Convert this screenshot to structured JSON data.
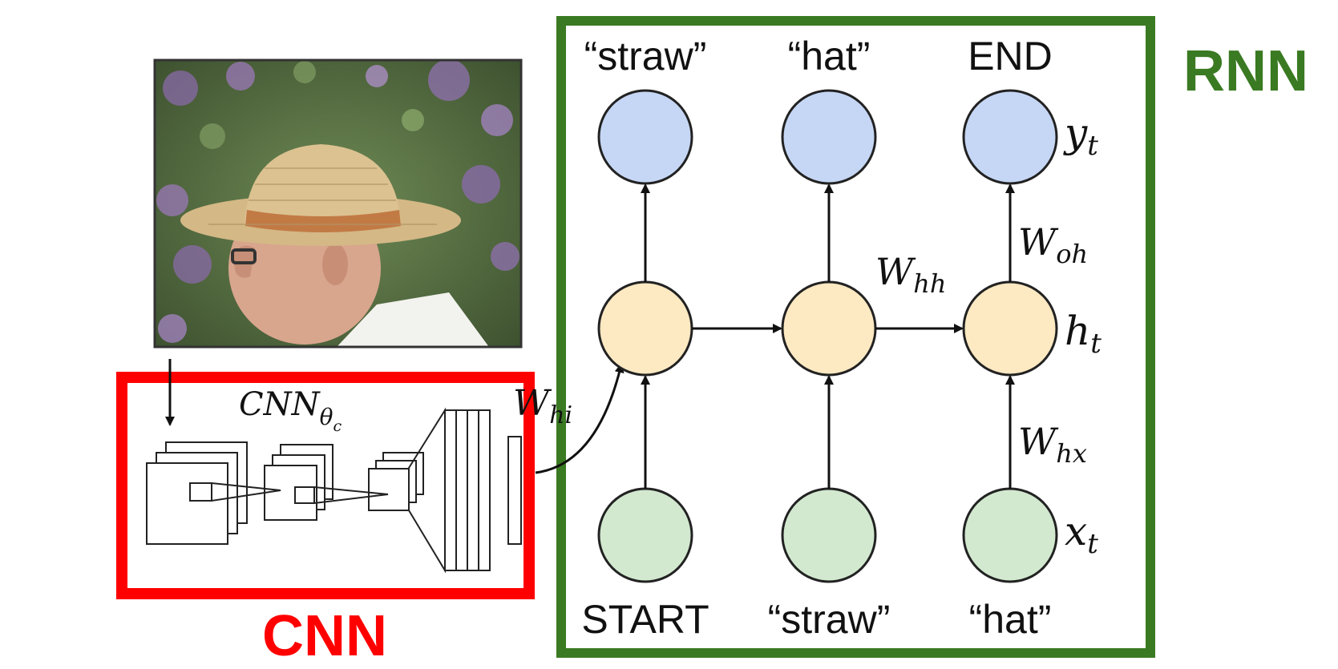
{
  "colors": {
    "rnn_box": "#3a7a22",
    "cnn_box": "#ff0000",
    "output_node": "#c6d7f5",
    "hidden_node": "#fde9c2",
    "input_node": "#d2e9cf",
    "stroke": "#222222"
  },
  "labels": {
    "rnn_tag": "RNN",
    "cnn_tag": "CNN",
    "cnn_symbol": {
      "base": "CNN",
      "sub": "θ",
      "subsub": "c"
    },
    "whi": {
      "base": "W",
      "sub": "hi"
    }
  },
  "outputs": [
    "“straw”",
    "“hat”",
    "END"
  ],
  "inputs": [
    "START",
    "“straw”",
    "“hat”"
  ],
  "side_labels": {
    "y": {
      "base": "y",
      "sub": "t"
    },
    "h": {
      "base": "h",
      "sub": "t"
    },
    "x": {
      "base": "x",
      "sub": "t"
    }
  },
  "weights": {
    "w_hh": {
      "base": "W",
      "sub": "hh"
    },
    "w_oh": {
      "base": "W",
      "sub": "oh"
    },
    "w_hx": {
      "base": "W",
      "sub": "hx"
    }
  },
  "photo": {
    "icon": "straw-hat-photo-icon"
  }
}
